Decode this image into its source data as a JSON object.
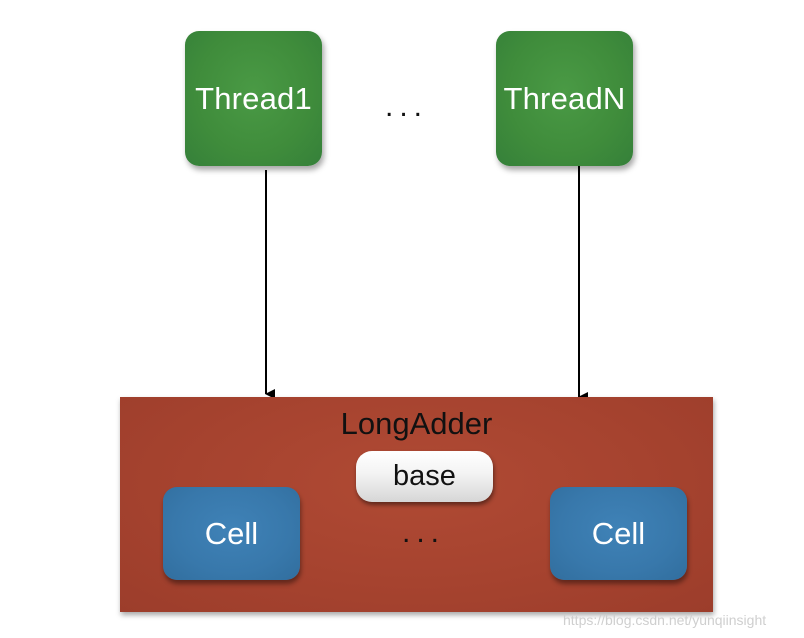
{
  "threads": {
    "first": {
      "label": "Thread1"
    },
    "last": {
      "label": "ThreadN"
    },
    "ellipsis": "..."
  },
  "longadder": {
    "title": "LongAdder",
    "base_label": "base",
    "cells": [
      {
        "label": "Cell"
      },
      {
        "label": "Cell"
      }
    ],
    "cell_ellipsis": "..."
  },
  "watermark": "https://blog.csdn.net/yunqiinsight",
  "colors": {
    "thread": "#3f8c3b",
    "longadder": "#a6432f",
    "cell": "#3878ab",
    "base": "#f3f3f3",
    "arrow": "#000000"
  }
}
